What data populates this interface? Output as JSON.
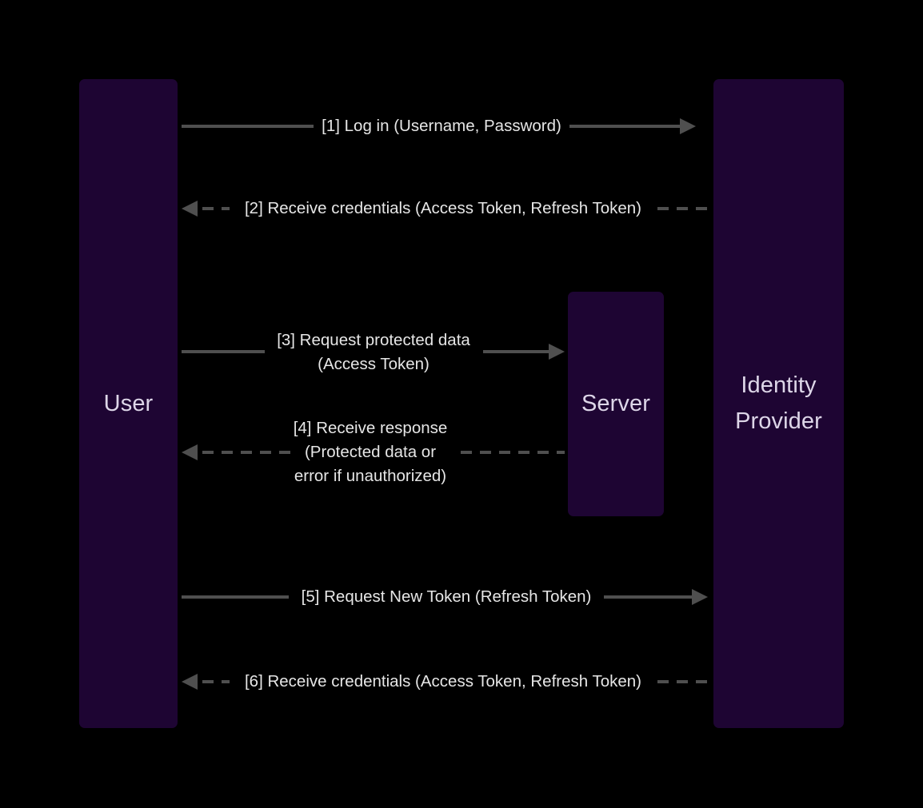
{
  "diagram": {
    "type": "sequence-diagram",
    "title": "OAuth token flow sequence diagram",
    "background_color": "#000000",
    "lifeline_color": "#1e0533",
    "lifeline_text_color": "#ddd6e8",
    "line_color": "#4f4f4f",
    "message_text_color": "#e6e6e6"
  },
  "participants": [
    {
      "id": "user",
      "label": "User"
    },
    {
      "id": "server",
      "label": "Server"
    },
    {
      "id": "idp",
      "label_lines": [
        "Identity",
        "Provider"
      ]
    }
  ],
  "messages": [
    {
      "index": "[1]",
      "text_lines": [
        "[1] Log in (Username, Password)"
      ],
      "from": "user",
      "to": "idp",
      "direction": "right",
      "style": "solid"
    },
    {
      "index": "[2]",
      "text_lines": [
        "[2] Receive credentials (Access Token, Refresh Token)"
      ],
      "from": "idp",
      "to": "user",
      "direction": "left",
      "style": "dashed"
    },
    {
      "index": "[3]",
      "text_lines": [
        "[3] Request protected data",
        "(Access Token)"
      ],
      "from": "user",
      "to": "server",
      "direction": "right",
      "style": "solid"
    },
    {
      "index": "[4]",
      "text_lines": [
        "[4] Receive response",
        "(Protected data or",
        "error if unauthorized)"
      ],
      "from": "server",
      "to": "user",
      "direction": "left",
      "style": "dashed"
    },
    {
      "index": "[5]",
      "text_lines": [
        "[5] Request New Token (Refresh Token)"
      ],
      "from": "user",
      "to": "idp",
      "direction": "right",
      "style": "solid"
    },
    {
      "index": "[6]",
      "text_lines": [
        "[6] Receive credentials (Access Token, Refresh Token)"
      ],
      "from": "idp",
      "to": "user",
      "direction": "left",
      "style": "dashed"
    }
  ]
}
